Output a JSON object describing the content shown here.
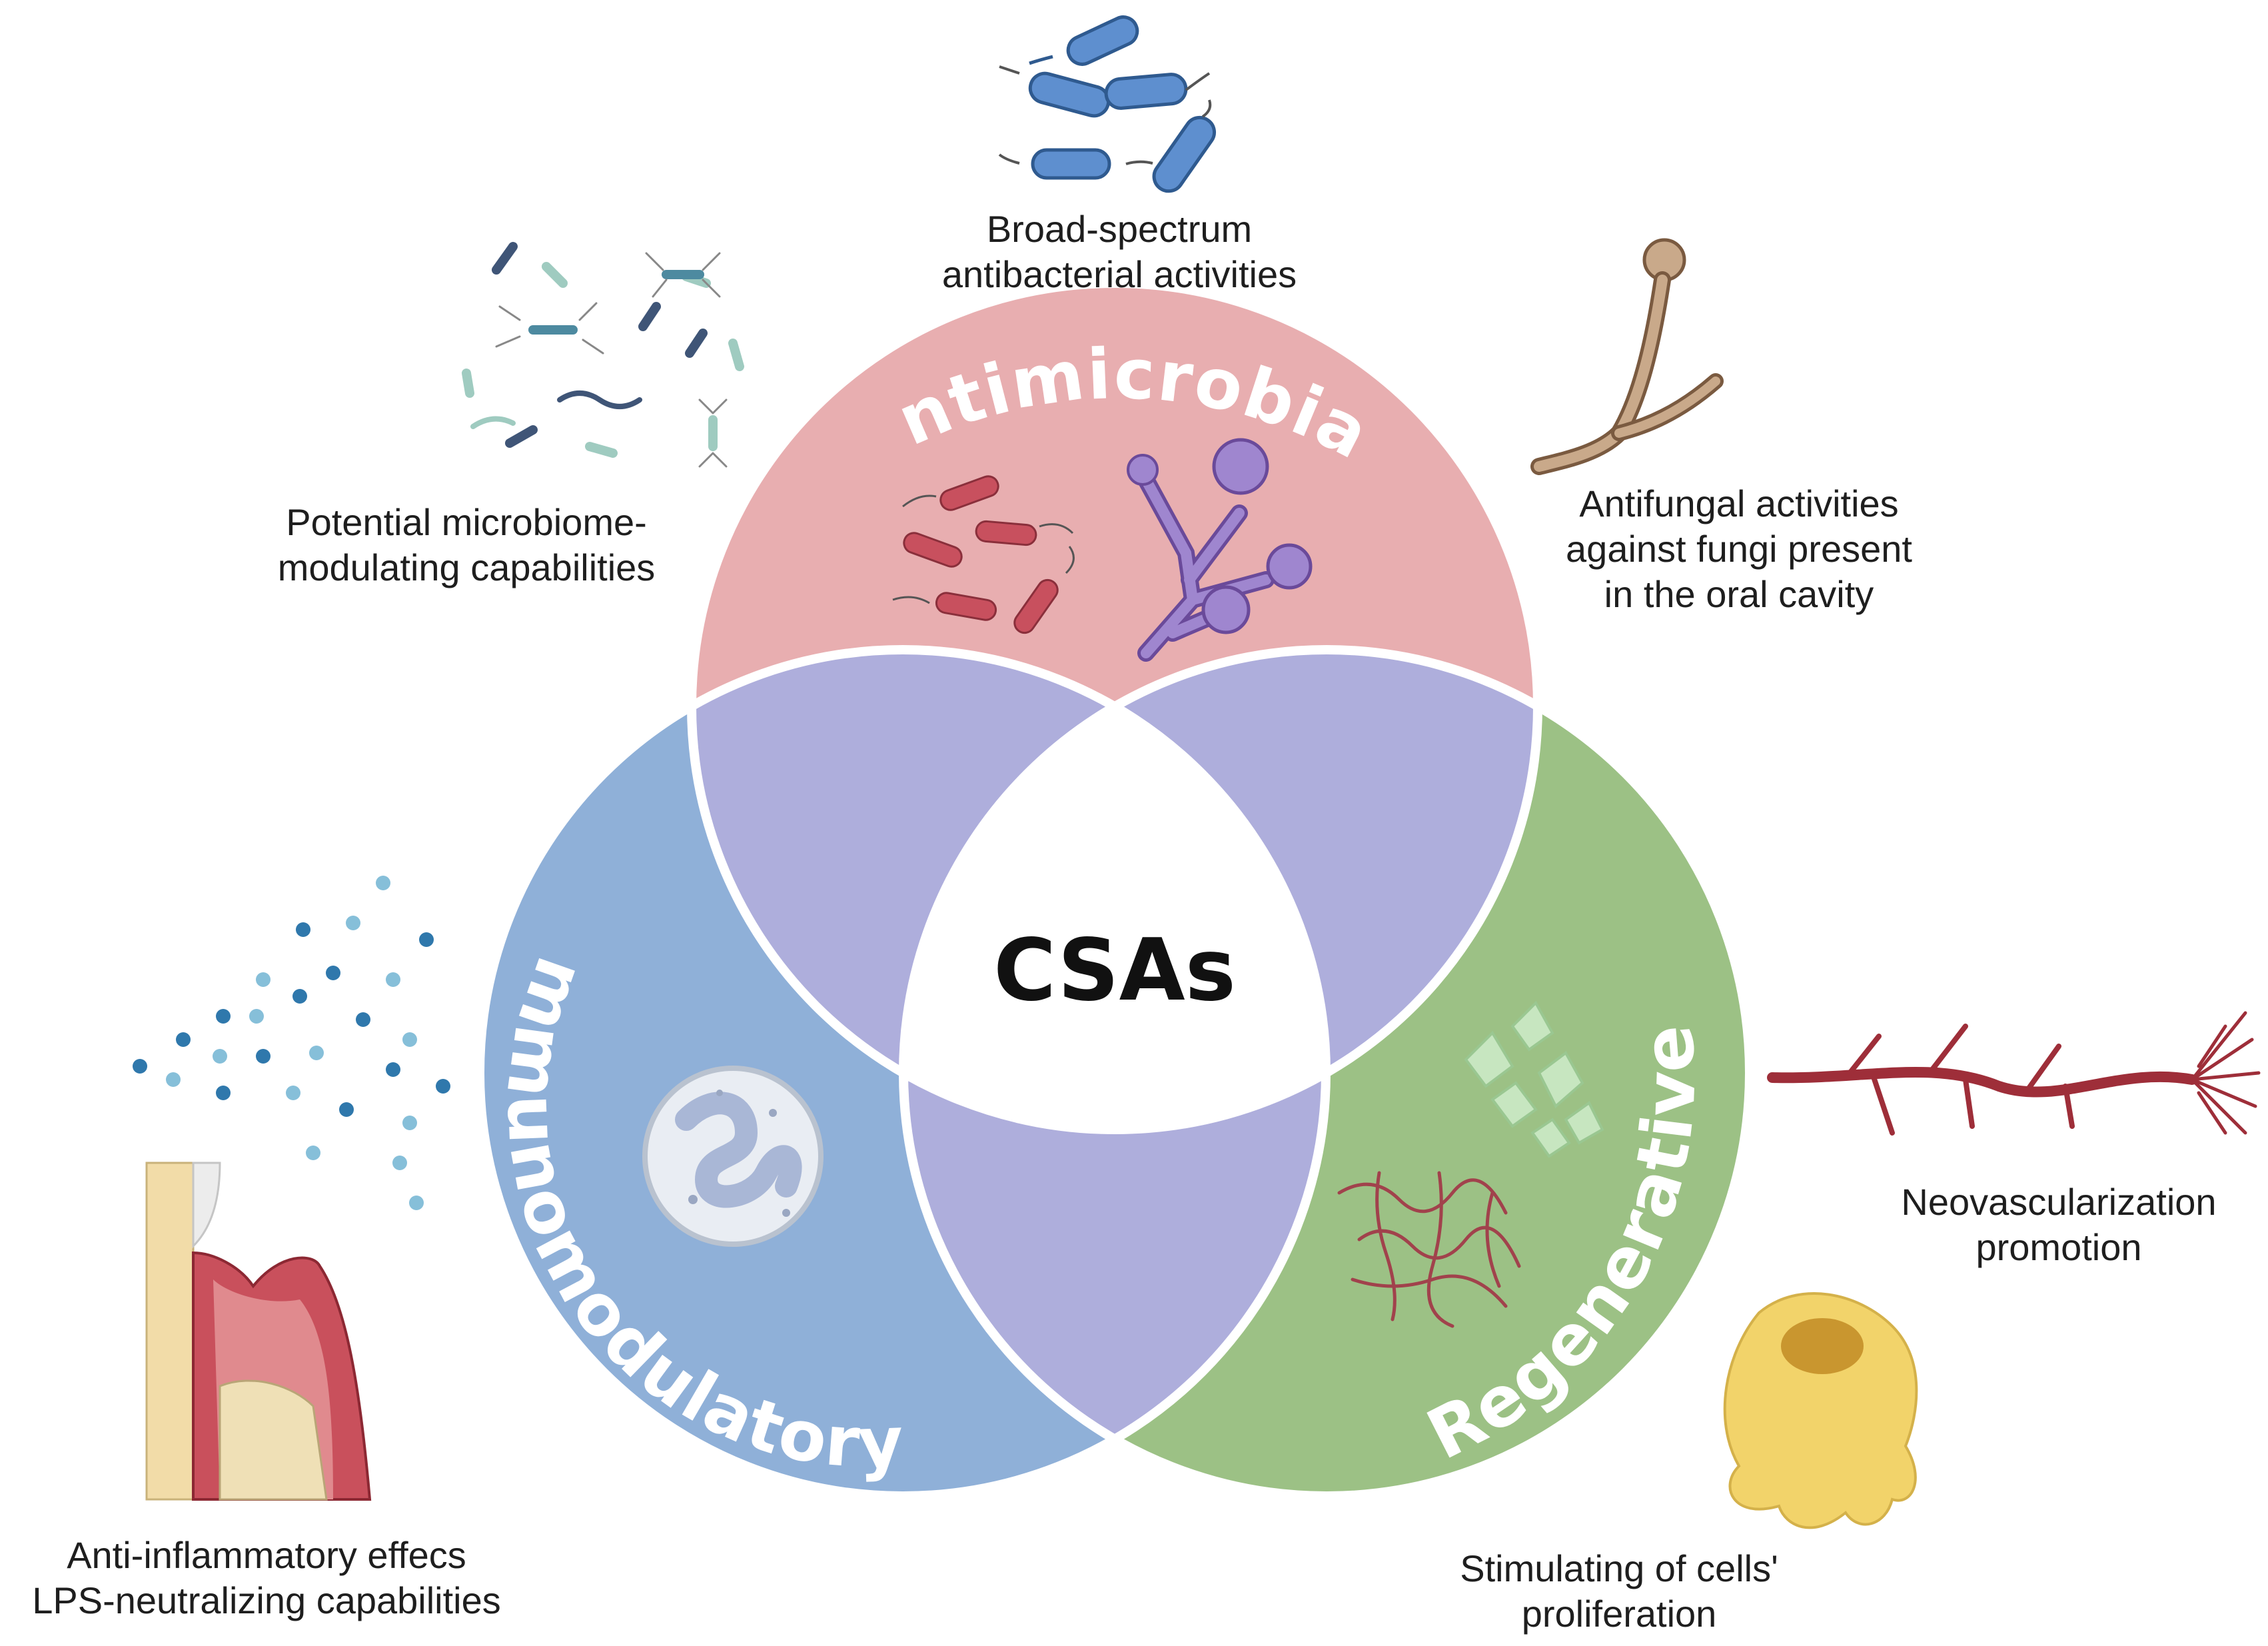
{
  "center": {
    "title": "CSAs"
  },
  "circles": [
    {
      "id": "antimicrobial",
      "label": "Antimicrobial",
      "color": "#e8aeb0"
    },
    {
      "id": "immunomodulatory",
      "label": "Immunomodulatory",
      "color": "#8fb0d8"
    },
    {
      "id": "regenerative",
      "label": "Regenerative",
      "color": "#9cc185"
    }
  ],
  "overlap_color": "#aeaedc",
  "annotations": {
    "broad_spectrum": [
      "Broad-spectrum",
      "antibacterial activities"
    ],
    "microbiome": [
      "Potential microbiome-",
      "modulating capabilities"
    ],
    "antifungal": [
      "Antifungal activities",
      "against fungi present",
      "in the oral cavity"
    ],
    "anti_inflammatory": [
      "Anti-inflammatory effecs",
      "LPS-neutralizing capabilities"
    ],
    "neovascularization": [
      "Neovascularization",
      "promotion"
    ],
    "proliferation": [
      "Stimulating of cells'",
      "proliferation"
    ]
  },
  "icons": [
    "bacteria-rods-blue-icon",
    "microbiome-mix-icon",
    "fungus-hypha-icon",
    "red-bacteria-icon",
    "purple-fungus-icon",
    "white-blood-cell-icon",
    "fibroblast-cells-icon",
    "vascular-network-icon",
    "cytokine-dots-icon",
    "gum-tooth-icon",
    "blood-vessel-icon",
    "yellow-cell-icon"
  ]
}
